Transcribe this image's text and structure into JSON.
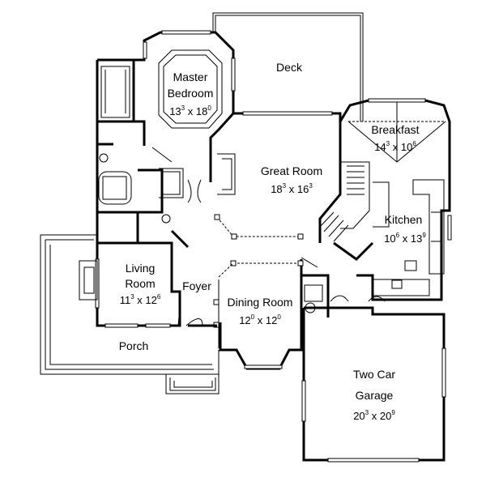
{
  "rooms": {
    "deck": {
      "name": "Deck"
    },
    "master": {
      "name1": "Master",
      "name2": "Bedroom",
      "w": "13",
      "wi": "3",
      "sep": " x ",
      "h": "18",
      "hi": "0"
    },
    "breakfast": {
      "name": "Breakfast",
      "w": "14",
      "wi": "3",
      "sep": " x ",
      "h": "10",
      "hi": "6"
    },
    "great": {
      "name": "Great Room",
      "w": "18",
      "wi": "3",
      "sep": " x ",
      "h": "16",
      "hi": "3"
    },
    "kitchen": {
      "name": "Kitchen",
      "w": "10",
      "wi": "6",
      "sep": " x ",
      "h": "13",
      "hi": "9"
    },
    "living": {
      "name1": "Living",
      "name2": "Room",
      "w": "11",
      "wi": "3",
      "sep": " x ",
      "h": "12",
      "hi": "6"
    },
    "foyer": {
      "name": "Foyer"
    },
    "dining": {
      "name": "Dining Room",
      "w": "12",
      "wi": "0",
      "sep": " x ",
      "h": "12",
      "hi": "0"
    },
    "porch": {
      "name": "Porch"
    },
    "garage": {
      "name1": "Two Car",
      "name2": "Garage",
      "w": "20",
      "wi": "3",
      "sep": " x ",
      "h": "20",
      "hi": "9"
    }
  }
}
